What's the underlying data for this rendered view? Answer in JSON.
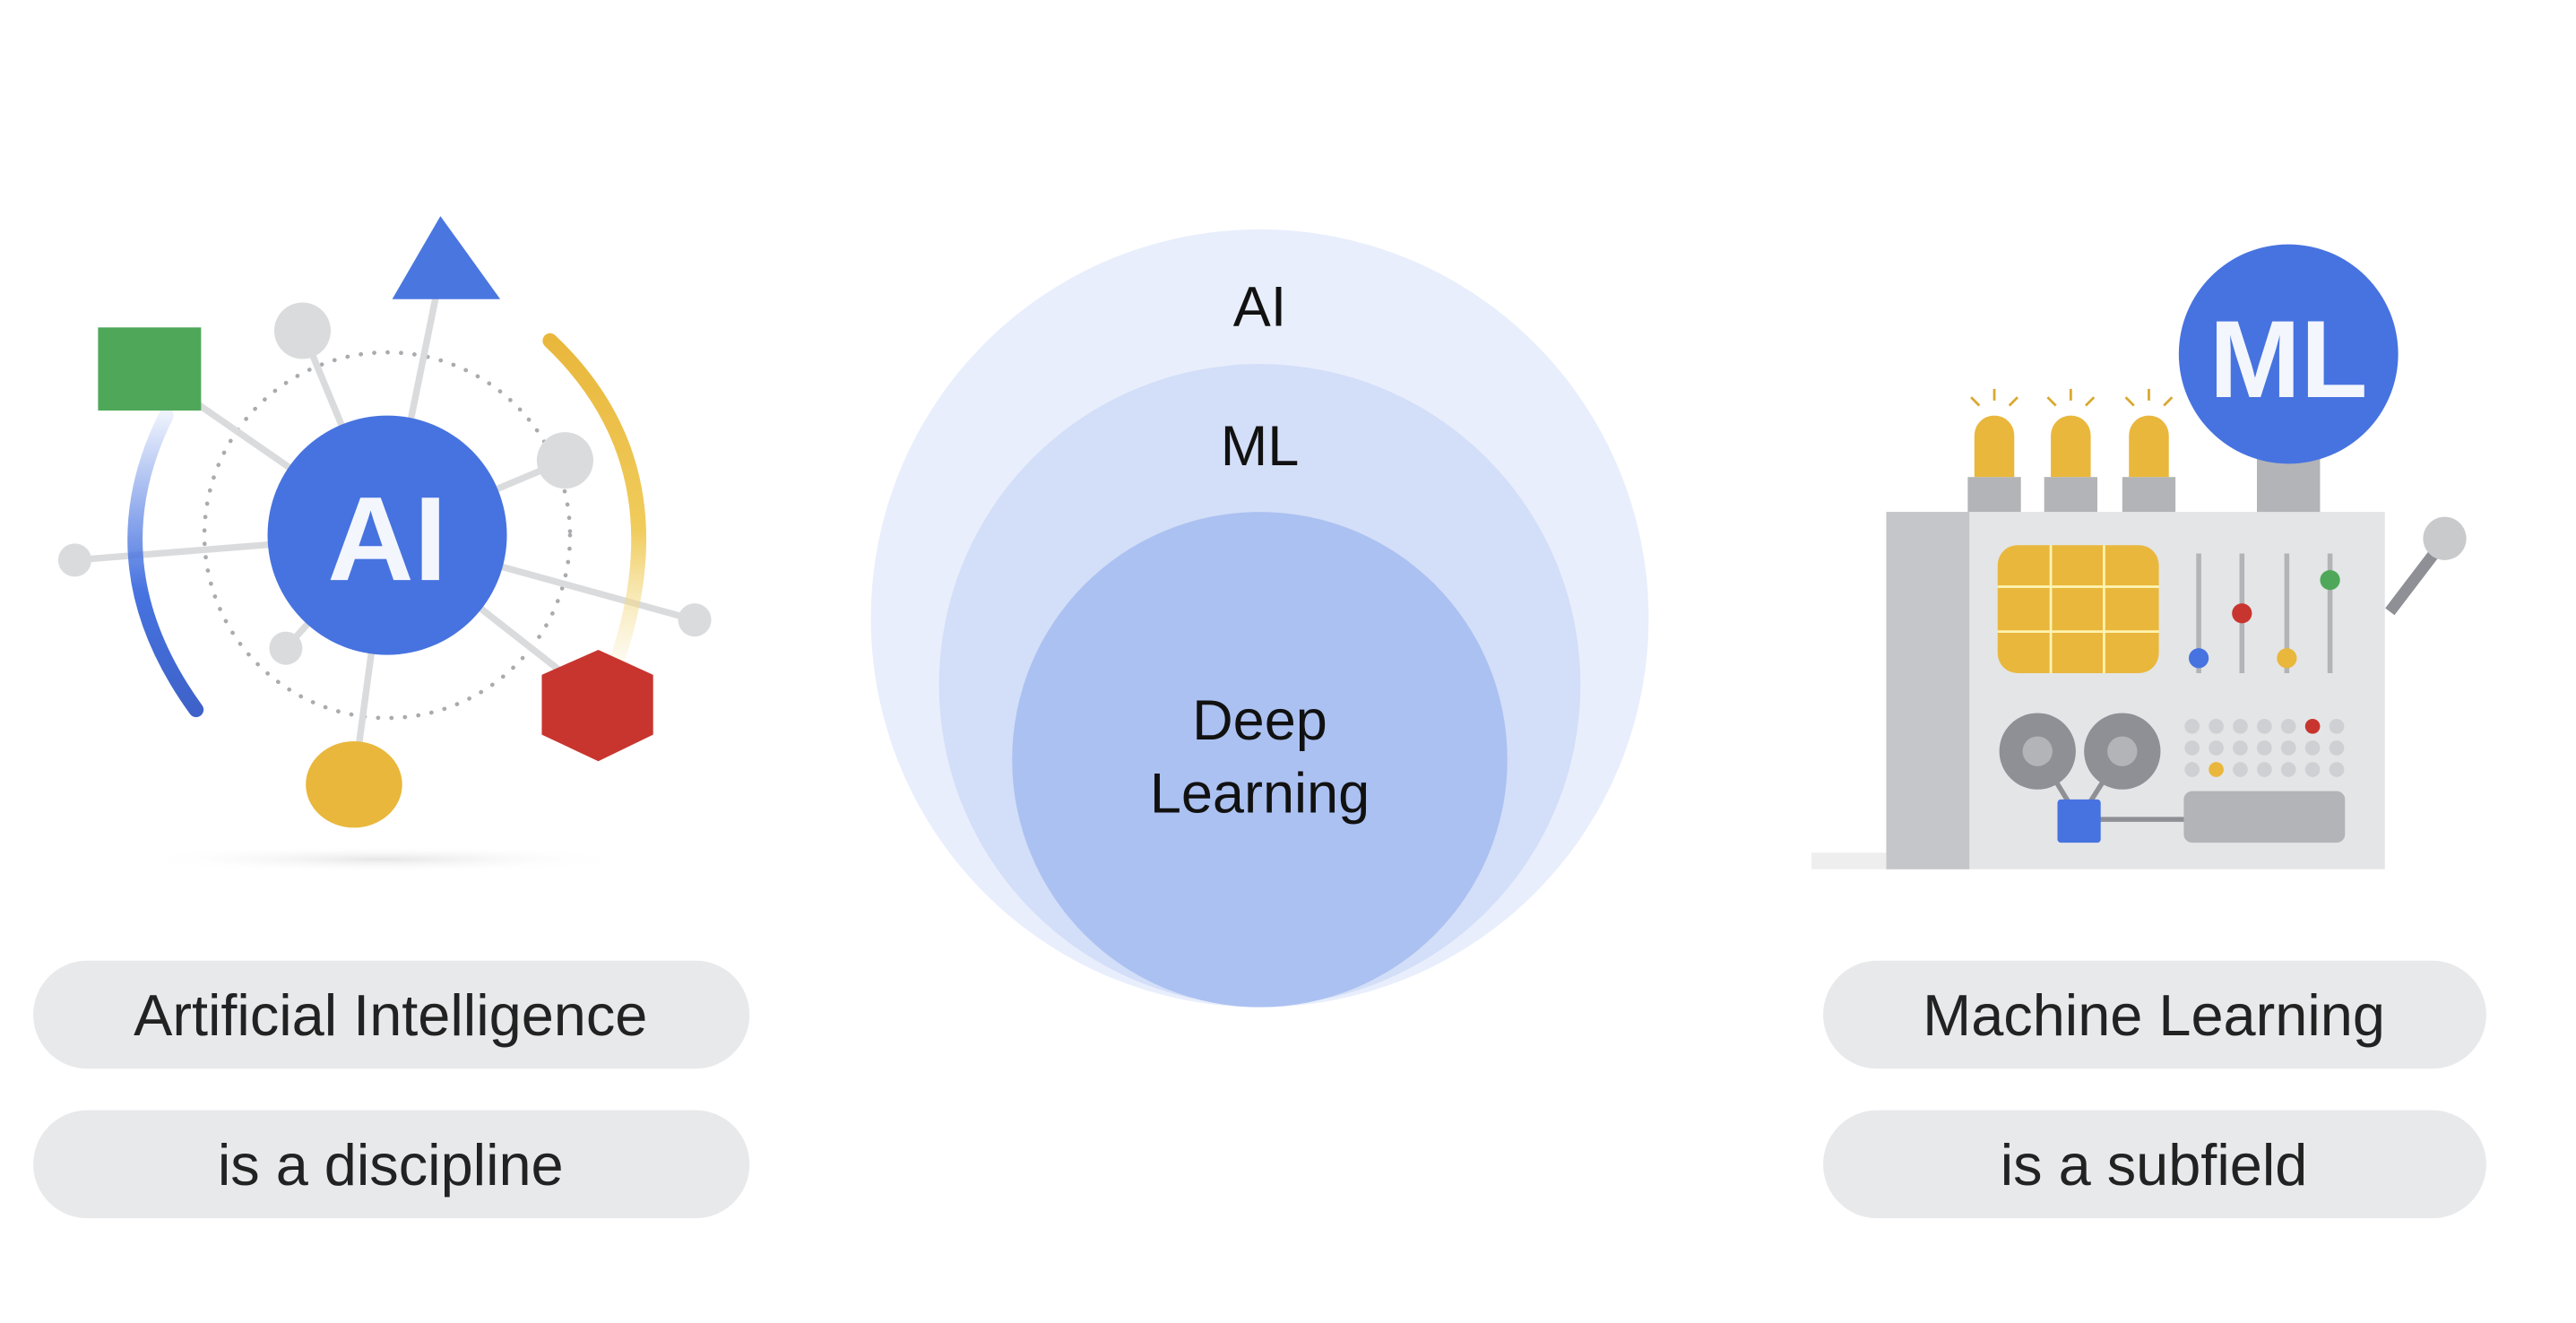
{
  "venn": {
    "outer_label": "AI",
    "middle_label": "ML",
    "inner_label_line1": "Deep",
    "inner_label_line2": "Learning",
    "colors": {
      "outer": "#e8eefc",
      "middle": "#d3def8",
      "inner": "#abc1f1"
    }
  },
  "left": {
    "badge": "AI",
    "pill_1": "Artificial Intelligence",
    "pill_2": "is a discipline"
  },
  "right": {
    "badge": "ML",
    "pill_1": "Machine Learning",
    "pill_2": "is a subfield"
  },
  "colors": {
    "blue": "#4773e0",
    "green": "#4fa85a",
    "yellow": "#e9b73c",
    "red": "#c8352f",
    "gray": "#dadbdd",
    "pill": "#e8e9eb"
  }
}
